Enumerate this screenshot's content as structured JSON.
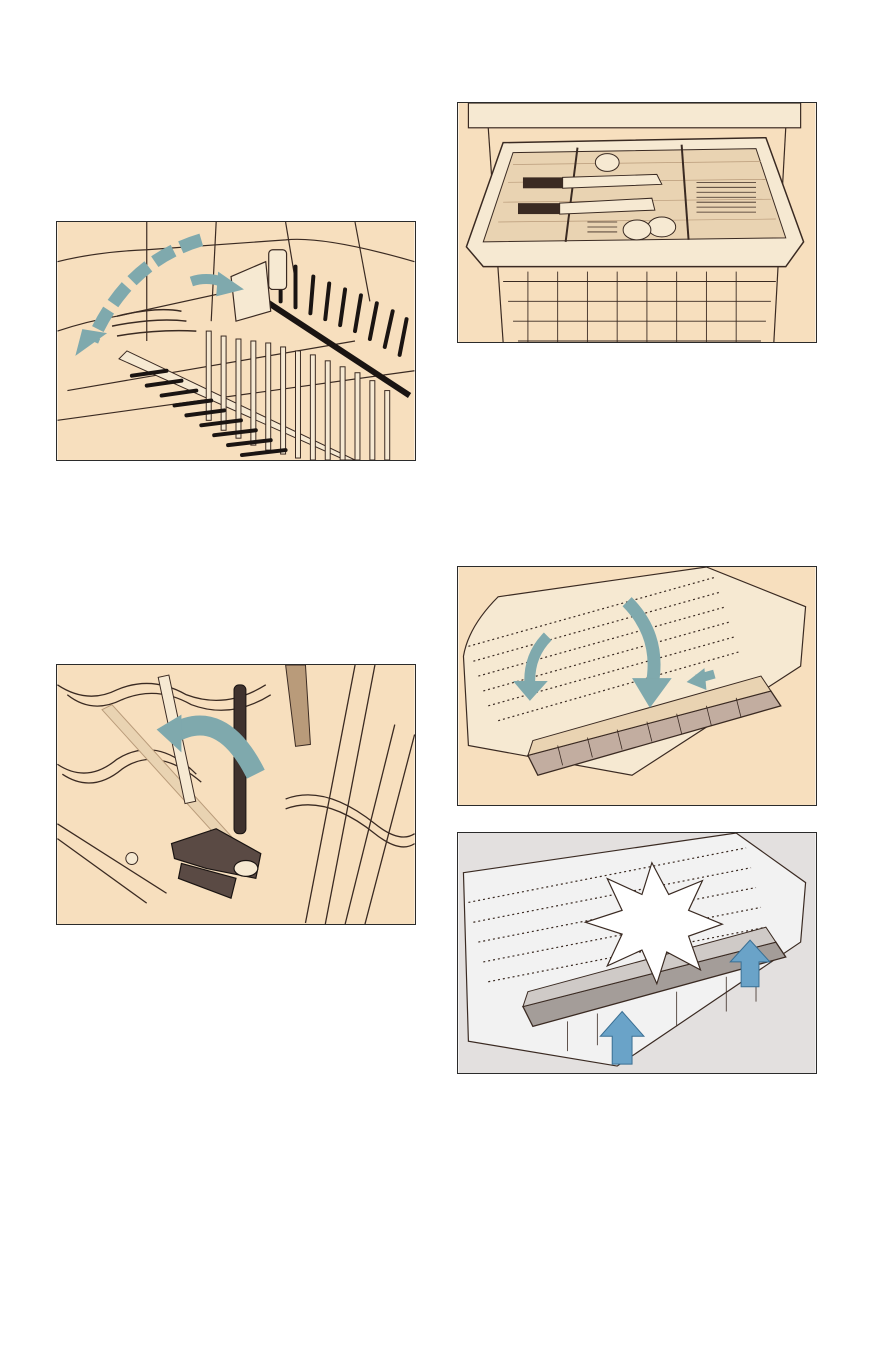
{
  "page": {
    "background": "#ffffff"
  },
  "palette": {
    "illustration_background": "#f7dfbe",
    "illustration_background_grey": "#e3e0df",
    "line_art": "#3a2a22",
    "rack_wire": "#f6e9d2",
    "rack_shadow": "#b99b7a",
    "tine_dark": "#2d2320",
    "arrow_teal": "#7fa9ad",
    "arrow_blue": "#6aa3c8",
    "burst": "#ffffff"
  },
  "figures": [
    {
      "name": "rack-tines-fold-figure",
      "icons": [
        "curved-arrow-icon",
        "push-arrow-icon",
        "fold-down-tines-icon"
      ]
    },
    {
      "name": "cutlery-drawer-figure",
      "icons": [
        "cutlery-drawer-icon",
        "knife-icon",
        "spoon-icon",
        "fork-icon"
      ]
    },
    {
      "name": "tine-lever-figure",
      "icons": [
        "curved-arrow-icon",
        "lever-clip-icon"
      ]
    },
    {
      "name": "tray-insert-figure",
      "icons": [
        "down-arrow-icon",
        "slide-arrow-icon",
        "tray-insert-icon"
      ]
    },
    {
      "name": "tray-lift-figure",
      "icons": [
        "up-arrow-icon",
        "click-burst-icon",
        "tray-insert-icon"
      ]
    }
  ]
}
